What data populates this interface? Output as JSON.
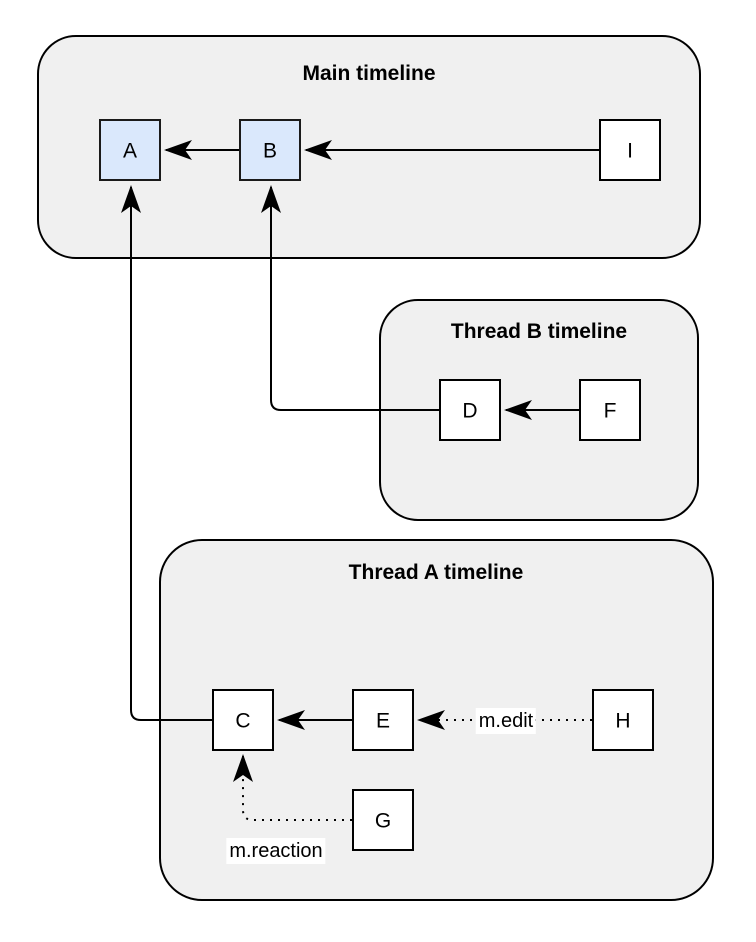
{
  "diagram": {
    "type": "event-dag-diagram",
    "background": "#ffffff",
    "colors": {
      "container_fill": "#f0f0f0",
      "container_stroke": "#000000",
      "node_fill": "#ffffff",
      "node_highlight_fill": "#dae8fc",
      "edge_color": "#000000",
      "text_color": "#000000"
    },
    "containers": [
      {
        "id": "main",
        "title": "Main timeline"
      },
      {
        "id": "thread-b",
        "title": "Thread B timeline"
      },
      {
        "id": "thread-a",
        "title": "Thread A timeline"
      }
    ],
    "nodes": [
      {
        "id": "A",
        "label": "A",
        "container": "main",
        "highlighted": true
      },
      {
        "id": "B",
        "label": "B",
        "container": "main",
        "highlighted": true
      },
      {
        "id": "I",
        "label": "I",
        "container": "main",
        "highlighted": false
      },
      {
        "id": "D",
        "label": "D",
        "container": "thread-b",
        "highlighted": false
      },
      {
        "id": "F",
        "label": "F",
        "container": "thread-b",
        "highlighted": false
      },
      {
        "id": "C",
        "label": "C",
        "container": "thread-a",
        "highlighted": false
      },
      {
        "id": "E",
        "label": "E",
        "container": "thread-a",
        "highlighted": false
      },
      {
        "id": "H",
        "label": "H",
        "container": "thread-a",
        "highlighted": false
      },
      {
        "id": "G",
        "label": "G",
        "container": "thread-a",
        "highlighted": false
      }
    ],
    "edges": [
      {
        "from": "B",
        "to": "A",
        "style": "solid"
      },
      {
        "from": "I",
        "to": "B",
        "style": "solid"
      },
      {
        "from": "D",
        "to": "B",
        "style": "solid"
      },
      {
        "from": "F",
        "to": "D",
        "style": "solid"
      },
      {
        "from": "C",
        "to": "A",
        "style": "solid"
      },
      {
        "from": "E",
        "to": "C",
        "style": "solid"
      },
      {
        "from": "H",
        "to": "E",
        "style": "dotted",
        "label": "m.edit"
      },
      {
        "from": "G",
        "to": "C",
        "style": "dotted",
        "label": "m.reaction"
      }
    ]
  }
}
